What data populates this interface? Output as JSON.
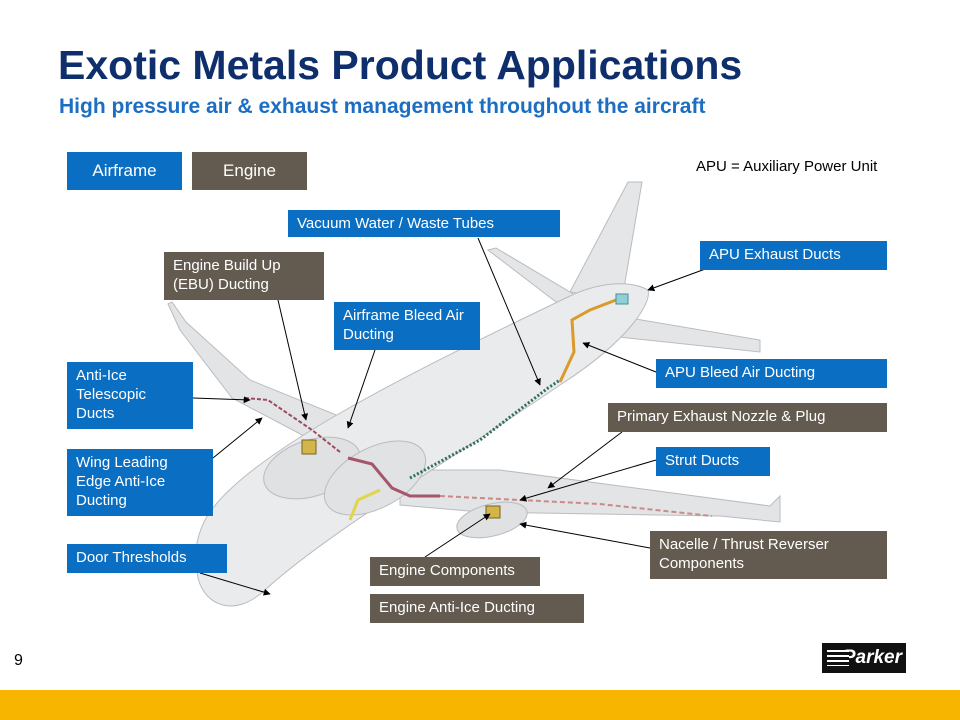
{
  "header": {
    "title": "Exotic Metals Product Applications",
    "subtitle": "High pressure air & exhaust management throughout the aircraft"
  },
  "legend": {
    "airframe_label": "Airframe",
    "engine_label": "Engine",
    "airframe_color": "#0a6fc2",
    "engine_color": "#645b50"
  },
  "note": "APU = Auxiliary Power Unit",
  "labels": {
    "vacuum_water": "Vacuum Water / Waste Tubes",
    "ebu_ducting": "Engine Build Up (EBU) Ducting",
    "airframe_bleed": "Airframe Bleed Air Ducting",
    "anti_ice_telescopic": "Anti-Ice Telescopic Ducts",
    "wing_leading_edge": "Wing Leading Edge Anti-Ice Ducting",
    "door_thresholds": "Door Thresholds",
    "engine_components": "Engine Components",
    "engine_anti_ice": "Engine Anti-Ice Ducting",
    "apu_exhaust": "APU Exhaust Ducts",
    "apu_bleed": "APU Bleed Air Ducting",
    "primary_exhaust": "Primary Exhaust Nozzle & Plug",
    "strut_ducts": "Strut Ducts",
    "nacelle": "Nacelle / Thrust Reverser Components"
  },
  "footer": {
    "page_number": "9",
    "logo_text": "Parker",
    "bar_color": "#f8b500"
  }
}
